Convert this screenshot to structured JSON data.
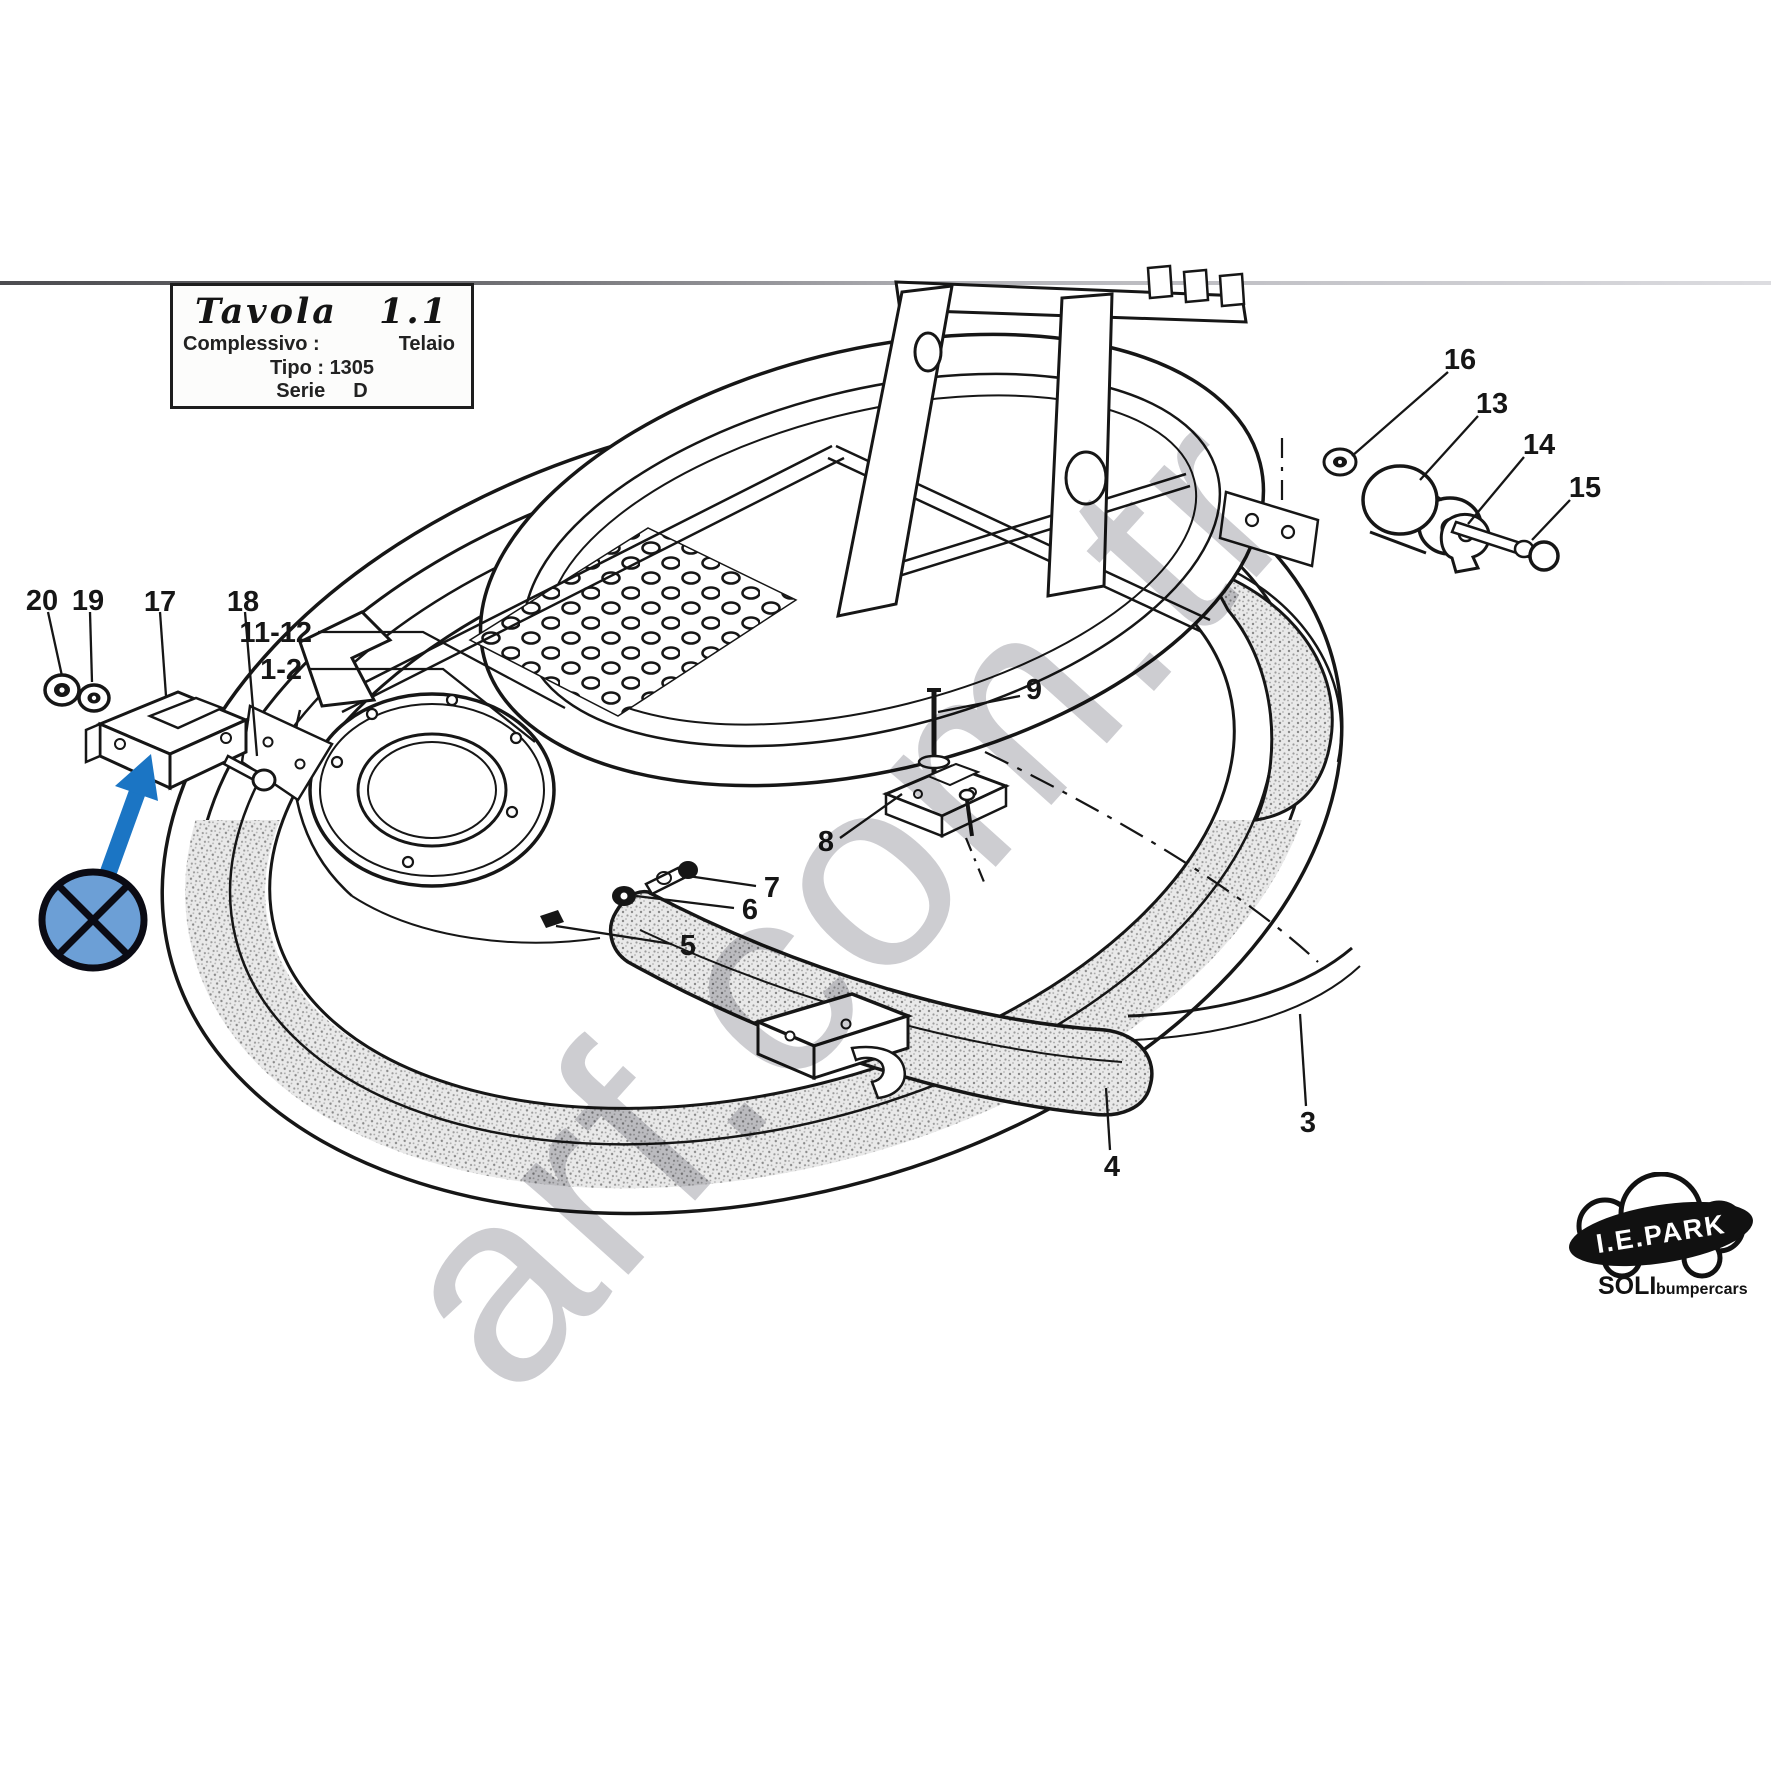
{
  "title_block": {
    "title": "Tavola 1.1",
    "assembly_label": "Complessivo :",
    "assembly_value": "Telaio",
    "type_label": "Tipo :",
    "type_value": "1305",
    "series_label": "Serie",
    "series_value": "D"
  },
  "part_labels": {
    "p1_2": "1-2",
    "p3": "3",
    "p4": "4",
    "p5": "5",
    "p6": "6",
    "p7": "7",
    "p8": "8",
    "p9": "9",
    "p11_12": "11-12",
    "p13": "13",
    "p14": "14",
    "p15": "15",
    "p16": "16",
    "p17": "17",
    "p18": "18",
    "p19": "19",
    "p20": "20"
  },
  "watermark": {
    "text": "arf.com.tr"
  },
  "logo": {
    "brand": "I.E.PARK",
    "maker": "SOLI",
    "maker_suffix": "bumpercars"
  },
  "colors": {
    "marker_fill": "#6C9FD6",
    "arrow_blue": "#1B75C4",
    "line_black": "#161616",
    "watermark_gray": "#C6C6CB"
  }
}
